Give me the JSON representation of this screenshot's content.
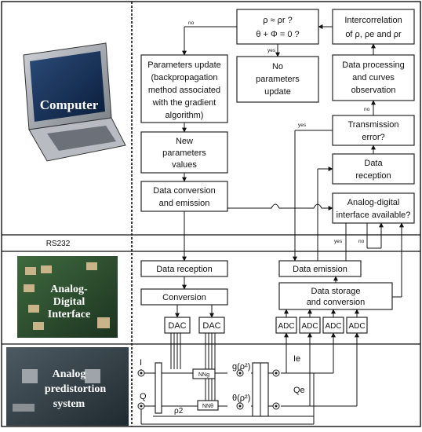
{
  "sections": {
    "computer_label": "Computer",
    "rs232_label": "RS232",
    "interface_label_1": "Analog-",
    "interface_label_2": "Digital",
    "interface_label_3": "Interface",
    "predistortion_label_1": "Analog",
    "predistortion_label_2": "predistortion",
    "predistortion_label_3": "system"
  },
  "boxes": {
    "condition": [
      "ρ ≈ ρr ?",
      "θ + Φ = 0 ?"
    ],
    "intercorrelation": [
      "Intercorrelation",
      "of ρ, ρe and ρr"
    ],
    "params_update": [
      "Parameters update",
      "(backpropagation",
      "method associated",
      "with the gradient",
      "algorithm)"
    ],
    "no_params_update": [
      "No",
      "parameters",
      "update"
    ],
    "data_processing": [
      "Data processing",
      "and curves",
      "observation"
    ],
    "transmission_error": [
      "Transmission",
      "error?"
    ],
    "new_params": [
      "New",
      "parameters",
      "values"
    ],
    "data_reception_top": [
      "Data",
      "reception"
    ],
    "data_conversion": [
      "Data conversion",
      "and emission"
    ],
    "analog_digital_available": [
      "Analog-digital",
      "interface available?"
    ],
    "data_reception_mid": "Data reception",
    "data_emission": "Data emission",
    "conversion": "Conversion",
    "data_storage": [
      "Data storage",
      "and conversion"
    ],
    "dac": [
      "DAC",
      "DAC"
    ],
    "adc": [
      "ADC",
      "ADC",
      "ADC",
      "ADC"
    ]
  },
  "labels": {
    "no_left": "no",
    "yes_center": "yes",
    "no_mid": "no",
    "yes_left": "yes",
    "yes_bottom": "yes",
    "no_bottom": "no",
    "I": "I",
    "Q": "Q",
    "Ie": "Ie",
    "Qe": "Qe",
    "rho2": "ρ2",
    "g": "g(ρ²)",
    "theta": "θ(ρ²)",
    "nn_g": "NNg",
    "nn_theta": "NNθ"
  },
  "colors": {
    "line": "#111111",
    "background": "#ffffff"
  }
}
